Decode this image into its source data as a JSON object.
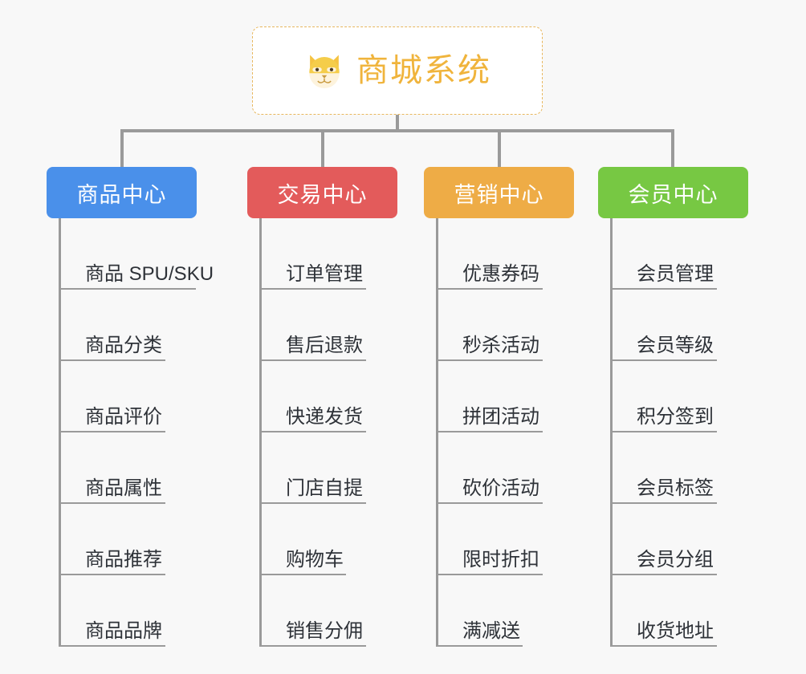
{
  "page": {
    "background_color": "#f8f8f8",
    "text_color": "#2e3238",
    "line_color": "#9a9a9a"
  },
  "root": {
    "title": "商城系统",
    "icon": "shiba-dog-face-icon",
    "accent_color": "#f0b43c",
    "border_color": "#e8b75e"
  },
  "columns": [
    {
      "title": "商品中心",
      "color": "#4a90ea",
      "items": [
        "商品 SPU/SKU",
        "商品分类",
        "商品评价",
        "商品属性",
        "商品推荐",
        "商品品牌"
      ]
    },
    {
      "title": "交易中心",
      "color": "#e35b5b",
      "items": [
        "订单管理",
        "售后退款",
        "快递发货",
        "门店自提",
        "购物车",
        "销售分佣"
      ]
    },
    {
      "title": "营销中心",
      "color": "#eeac46",
      "items": [
        "优惠券码",
        "秒杀活动",
        "拼团活动",
        "砍价活动",
        "限时折扣",
        "满减送"
      ]
    },
    {
      "title": "会员中心",
      "color": "#77c843",
      "items": [
        "会员管理",
        "会员等级",
        "积分签到",
        "会员标签",
        "会员分组",
        "收货地址"
      ]
    }
  ]
}
